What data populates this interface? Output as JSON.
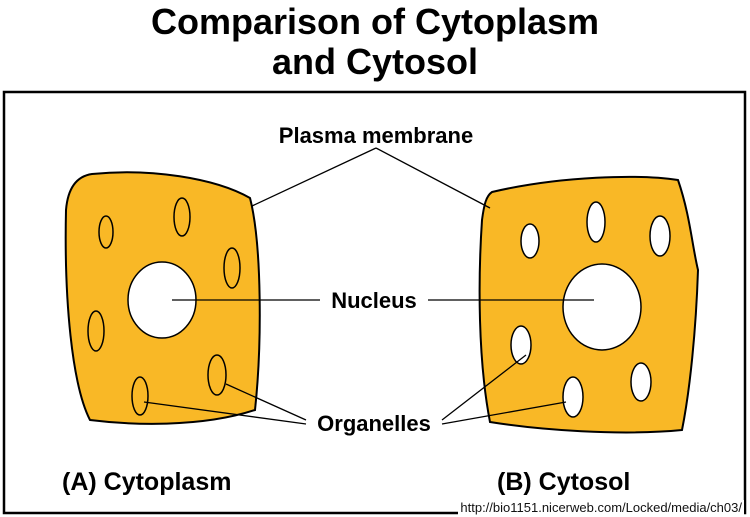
{
  "title": {
    "line1": "Comparison of Cytoplasm",
    "line2": "and Cytosol"
  },
  "labels": {
    "plasma_membrane": "Plasma membrane",
    "nucleus": "Nucleus",
    "organelles": "Organelles"
  },
  "panels": {
    "a": "(A) Cytoplasm",
    "b": "(B) Cytosol"
  },
  "source_url": "http://bio1151.nicerweb.com/Locked/media/ch03/",
  "colors": {
    "cell_fill": "#F9B826",
    "outline": "#000000",
    "frame": "#000000",
    "background": "#FFFFFF"
  }
}
